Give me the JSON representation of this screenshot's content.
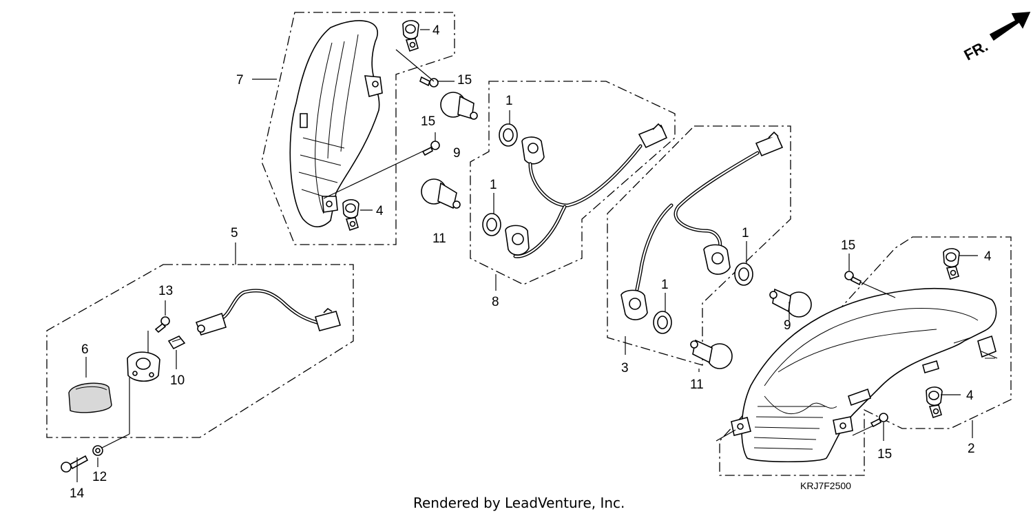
{
  "labels": {
    "fr": "FR.",
    "code": "KRJ7F2500",
    "footer": "Rendered by LeadVenture, Inc.",
    "p1a": "1",
    "p1b": "1",
    "p1c": "1",
    "p1d": "1",
    "p2": "2",
    "p3": "3",
    "p4a": "4",
    "p4b": "4",
    "p4c": "4",
    "p4d": "4",
    "p5": "5",
    "p6": "6",
    "p7": "7",
    "p8": "8",
    "p9a": "9",
    "p9b": "9",
    "p10": "10",
    "p11a": "11",
    "p11b": "11",
    "p12": "12",
    "p13": "13",
    "p14": "14",
    "p15a": "15",
    "p15b": "15",
    "p15c": "15",
    "p15d": "15"
  },
  "colors": {
    "line": "#000000",
    "background": "#ffffff",
    "fill": "#d8d8d8"
  }
}
